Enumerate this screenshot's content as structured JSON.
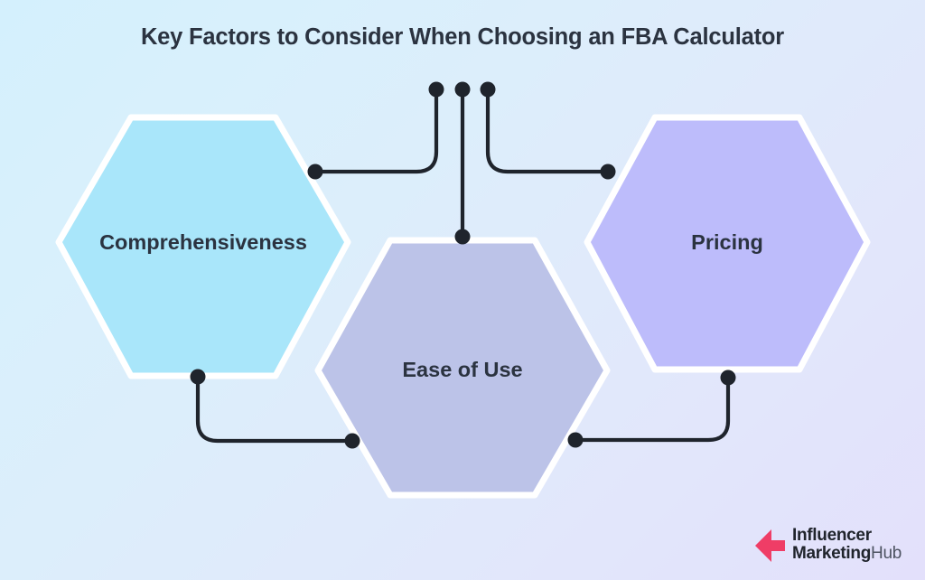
{
  "title": "Key Factors to Consider When Choosing an FBA Calculator",
  "colors": {
    "background_start": "#d4f0fd",
    "background_end": "#e3e0fb",
    "title_text": "#2b3340",
    "connector": "#1f242c",
    "hex_outline": "#ffffff",
    "logo_mark": "#ef3d66"
  },
  "hexagons": [
    {
      "id": "comprehensiveness",
      "label": "Comprehensiveness",
      "fill": "#a9e6fa",
      "position": "left"
    },
    {
      "id": "ease-of-use",
      "label": "Ease of Use",
      "fill": "#bcc3e8",
      "position": "center"
    },
    {
      "id": "pricing",
      "label": "Pricing",
      "fill": "#bdbcfb",
      "position": "right"
    }
  ],
  "connectors": [
    {
      "id": "top-left",
      "from": "comprehensiveness",
      "to": "hub"
    },
    {
      "id": "top-middle",
      "from": "hub",
      "to": "ease-of-use"
    },
    {
      "id": "top-right",
      "from": "hub",
      "to": "pricing"
    },
    {
      "id": "bottom-left",
      "from": "comprehensiveness",
      "to": "ease-of-use"
    },
    {
      "id": "bottom-right",
      "from": "pricing",
      "to": "ease-of-use"
    }
  ],
  "logo": {
    "line1": "Influencer",
    "line2_bold": "Marketing",
    "line2_light": "Hub"
  }
}
